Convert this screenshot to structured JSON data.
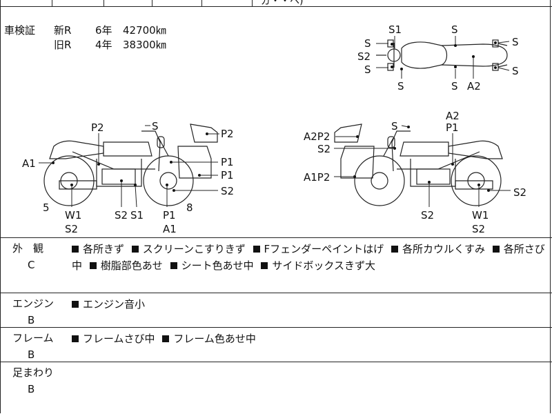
{
  "top_fragment": "ガ・・ヘ)",
  "inspection": {
    "label": "車検証",
    "new": {
      "tag": "新R",
      "years": "6年",
      "km": "42700㎞"
    },
    "old": {
      "tag": "旧R",
      "years": "4年",
      "km": "38300㎞"
    }
  },
  "diagram_labels": {
    "top": {
      "s1": "S1",
      "s_top_right": "S",
      "s_left_a": "S",
      "s2_left": "S2",
      "s_left_b": "S",
      "s_bottom_a": "S",
      "s_bottom_b": "S",
      "a2": "A2",
      "s_right_a": "S",
      "s_right_b": "S"
    },
    "left": {
      "p2": "P2",
      "s_mirror": "S",
      "p2_screen": "P2",
      "a1": "A1",
      "p1_a": "P1",
      "p1_b": "P1",
      "s2_right": "S2",
      "five": "5",
      "eight": "8",
      "w1": "W1",
      "s2_w1": "S2",
      "s2_mid": "S2",
      "s1_mid": "S1",
      "p1_bottom": "P1",
      "a1_bottom": "A1"
    },
    "right": {
      "a2p2": "A2P2",
      "s_mirror": "S",
      "a2": "A2",
      "p1": "P1",
      "s2_screen": "S2",
      "a1p2": "A1P2",
      "s2_rear": "S2",
      "s2_mid": "S2",
      "w1": "W1",
      "s2_w1": "S2"
    }
  },
  "sections": [
    {
      "title": "外　観",
      "grade": "C",
      "items": [
        "各所きず",
        "スクリーンこすりきず",
        "Fフェンダーペイントはげ",
        "各所カウルくすみ",
        "各所さび中",
        "樹脂部色あせ",
        "シート色あせ中",
        "サイドボックスきず大"
      ]
    },
    {
      "title": "エンジン",
      "grade": "B",
      "items": [
        "エンジン音小"
      ]
    },
    {
      "title": "フレーム",
      "grade": "B",
      "items": [
        "フレームさび中",
        "フレーム色あせ中"
      ]
    },
    {
      "title": "足まわり",
      "grade": "B",
      "items": []
    }
  ]
}
